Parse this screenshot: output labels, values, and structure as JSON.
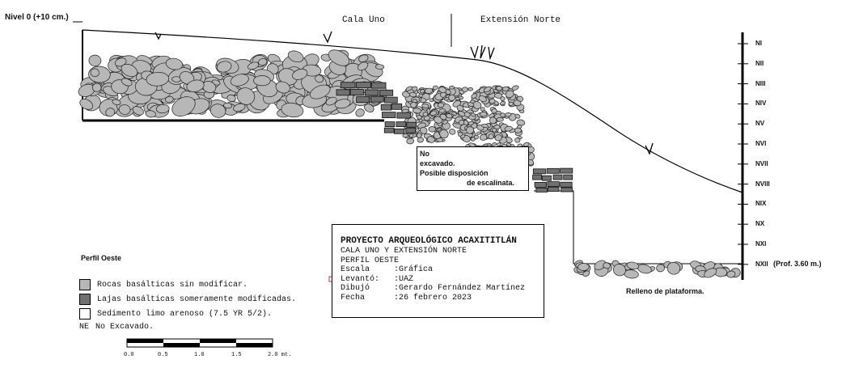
{
  "header": {
    "level_zero": "Nivel 0 (+10 cm.)",
    "section_left": "Cala Uno",
    "section_right": "Extensión Norte"
  },
  "levels": [
    "NI",
    "NII",
    "NIII",
    "NIV",
    "NV",
    "NVI",
    "NVII",
    "NVIII",
    "NIX",
    "NX",
    "NXI",
    "NXII"
  ],
  "depth_note": "(Prof. 3.60 m.)",
  "not_excavated_box": {
    "line1": "No",
    "line2": "excavado.",
    "line3": "Posible disposición",
    "line4": "de escalinata."
  },
  "platform_label": "Relleno de plataforma.",
  "profile_label": "Perfil Oeste",
  "legend": {
    "rocks": "Rocas basálticas sin modificar.",
    "slabs": "Lajas basálticas someramente modificadas.",
    "sediment": "Sedimento limo arenoso (7.5 YR 5/2).",
    "ne_key": "NE",
    "ne_text": "No Excavado."
  },
  "colors": {
    "rock_fill": "#b7b7b7",
    "slab_fill": "#707070",
    "sediment_fill": "#ffffff"
  },
  "title_block": {
    "title": "PROYECTO ARQUEOLÓGICO ACAXITITLÁN",
    "subtitle1": "CALA UNO Y EXTENSIÓN NORTE",
    "subtitle2": "PERFIL OESTE",
    "rows": [
      {
        "key": "Escala",
        "value": ":Gráfica"
      },
      {
        "key": "Levantó:",
        "value": ":UAZ"
      },
      {
        "key": "Dibujó",
        "value": ":Gerardo Fernández Martínez"
      },
      {
        "key": "Fecha",
        "value": ":26 febrero 2023"
      }
    ]
  },
  "scale_bar": {
    "labels": [
      "0.0",
      "0.5",
      "1.0",
      "1.5",
      "2.0 mt."
    ]
  }
}
